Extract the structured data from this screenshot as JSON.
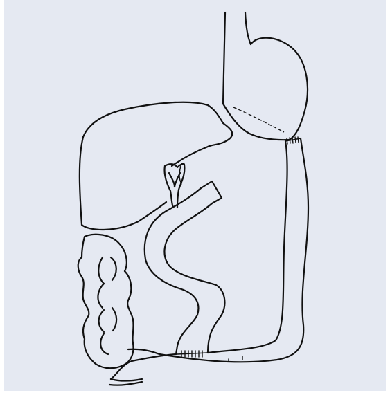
{
  "figure": {
    "background_color": "#e5e9f2",
    "line_color": "#111111",
    "structures": [
      "esophagus",
      "gastric-pouch",
      "liver",
      "biliary-tree",
      "duodenal-stump",
      "roux-limb",
      "jejunal-loop",
      "colon",
      "jejunojejunostomy",
      "gastrojejunostomy"
    ]
  }
}
